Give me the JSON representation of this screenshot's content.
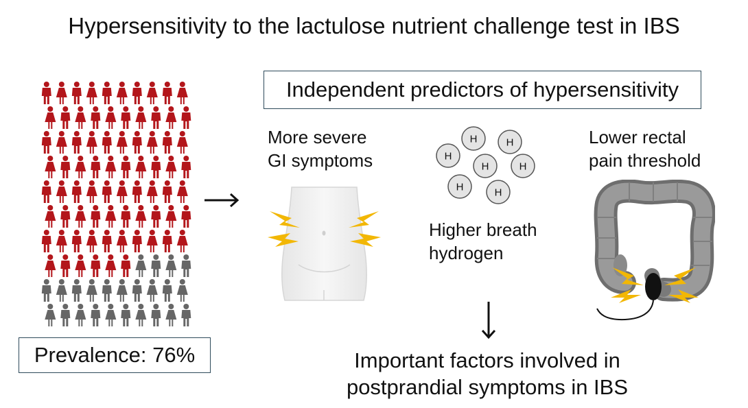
{
  "title": "Hypersensitivity to the lactulose nutrient challenge test in IBS",
  "prevalence": {
    "label": "Prevalence: 76%",
    "value_percent": 76,
    "icon": "person-icon",
    "affected_color": "#b3161b",
    "unaffected_color": "#666666"
  },
  "predictors_heading": "Independent predictors of hypersensitivity",
  "predictors": [
    {
      "line1": "More severe",
      "line2": "GI symptoms",
      "icon": "abdomen-pain-icon"
    },
    {
      "line1": "Higher breath",
      "line2": "hydrogen",
      "icon": "hydrogen-molecules-icon"
    },
    {
      "line1": "Lower rectal",
      "line2": "pain threshold",
      "icon": "colon-balloon-icon"
    }
  ],
  "hydrogen_symbol": "H",
  "conclusion": {
    "line1": "Important factors involved in",
    "line2": "postprandial symptoms in IBS"
  },
  "colors": {
    "lightning": "#f2b705",
    "box_border": "#2d4a5a"
  }
}
